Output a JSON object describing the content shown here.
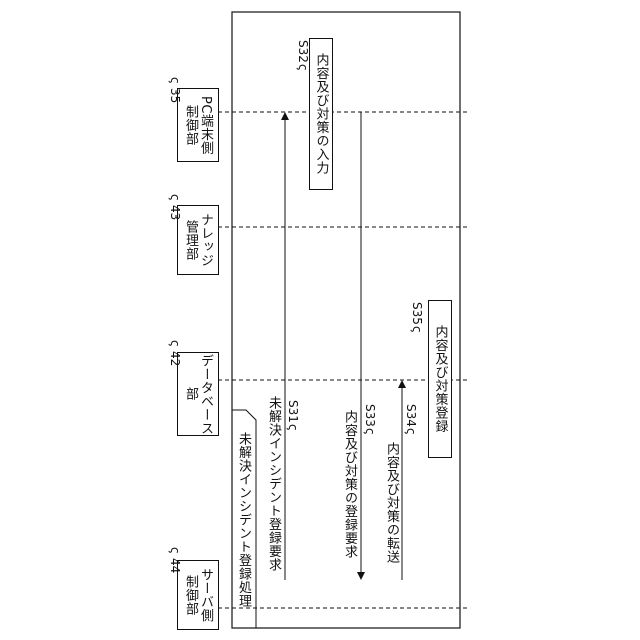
{
  "participants": [
    {
      "id": "server",
      "ref": "44",
      "lines": [
        "サーバ側",
        "制御部"
      ]
    },
    {
      "id": "database",
      "ref": "42",
      "lines": [
        "データベース",
        "部"
      ]
    },
    {
      "id": "knowledge",
      "ref": "43",
      "lines": [
        "ナレッジ",
        "管理部"
      ]
    },
    {
      "id": "pc",
      "ref": "35",
      "lines": [
        "PC端末側",
        "制御部"
      ]
    }
  ],
  "frame": {
    "label": "未解決インシデント登録処理"
  },
  "messages": [
    {
      "id": "s31",
      "text": "未解決インシデント登録要求",
      "step": "S31"
    },
    {
      "id": "s33",
      "text": "内容及び対策の登録要求",
      "step": "S33"
    },
    {
      "id": "s34",
      "text": "内容及び対策の転送",
      "step": "S34"
    }
  ],
  "actions": [
    {
      "id": "s32",
      "text": "内容及び対策の入力",
      "step": "S32"
    },
    {
      "id": "s35",
      "text": "内容及び対策登録",
      "step": "S35"
    }
  ],
  "ref_mark": "ς"
}
